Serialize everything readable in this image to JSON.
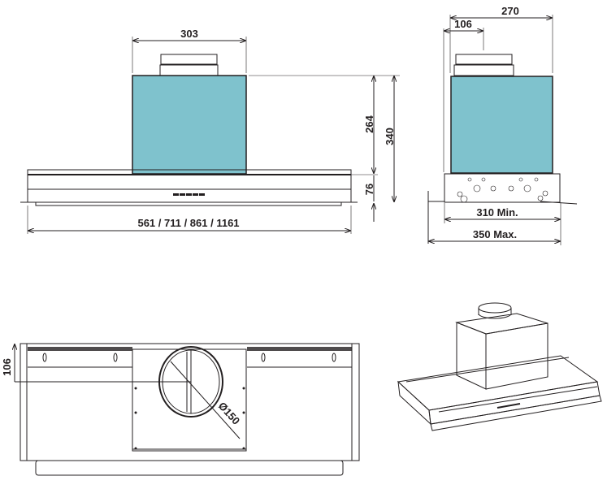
{
  "colors": {
    "motor_fill": "#7fc2cd",
    "panel_fill": "#d2e7ed",
    "line": "#231f20"
  },
  "front_view": {
    "width_label": "303",
    "overall_width_label": "561 / 711 / 861 / 1161",
    "height_motor_label": "264",
    "height_total_label": "340",
    "height_panel_label": "76"
  },
  "side_view": {
    "depth_label": "270",
    "duct_offset_label": "106",
    "min_label": "310 Min.",
    "max_label": "350 Max."
  },
  "bottom_view": {
    "duct_offset_label": "106",
    "duct_diameter_label": "Ø150"
  }
}
